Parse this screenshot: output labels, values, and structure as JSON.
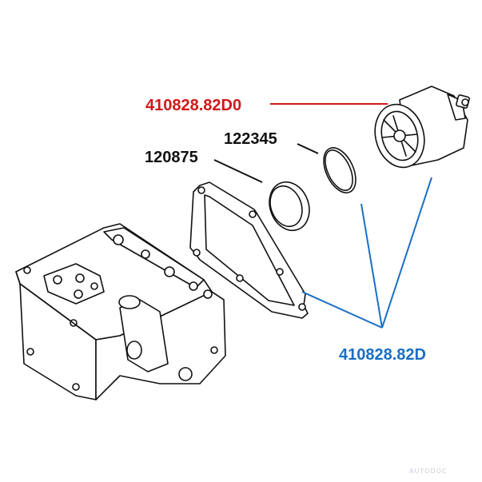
{
  "labels": {
    "thermostat": "410828.82D0",
    "oring": "122345",
    "ring": "120875",
    "kit": "410828.82D"
  },
  "watermark": "AUTODOC",
  "colors": {
    "line_black": "#111111",
    "red": "#d01818",
    "blue": "#1a6fc4"
  }
}
